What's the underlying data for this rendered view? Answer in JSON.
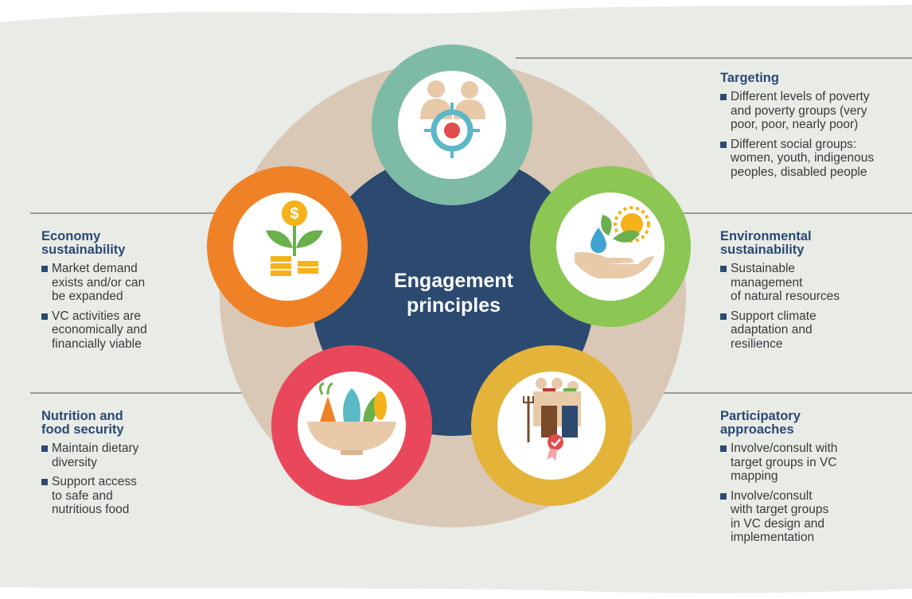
{
  "center": {
    "line1": "Engagement",
    "line2": "principles"
  },
  "principles": [
    {
      "id": "targeting",
      "heading": [
        "Targeting"
      ],
      "bullets": [
        [
          "Different levels of poverty",
          "and poverty groups (very",
          "poor, poor, nearly poor)"
        ],
        [
          "Different social groups:",
          "women, youth, indigenous",
          "peoples, disabled people"
        ]
      ],
      "color": "#7dbba6",
      "icon": "target-people-icon"
    },
    {
      "id": "environmental",
      "heading": [
        "Environmental",
        "sustainability"
      ],
      "bullets": [
        [
          "Sustainable",
          "management",
          "of natural resources"
        ],
        [
          "Support climate",
          "adaptation and",
          "resilience"
        ]
      ],
      "color": "#8cc653",
      "icon": "sun-plant-hand-icon"
    },
    {
      "id": "participatory",
      "heading": [
        "Participatory",
        "approaches"
      ],
      "bullets": [
        [
          "Involve/consult with",
          "target groups in VC",
          "mapping"
        ],
        [
          "Involve/consult",
          "with target groups",
          "in VC design and",
          "implementation"
        ]
      ],
      "color": "#e3b33a",
      "icon": "farmers-group-icon"
    },
    {
      "id": "nutrition",
      "heading": [
        "Nutrition and",
        "food security"
      ],
      "bullets": [
        [
          "Maintain dietary",
          "diversity"
        ],
        [
          "Support access",
          "to safe and",
          "nutritious food"
        ]
      ],
      "color": "#e8485a",
      "icon": "vegetable-bowl-icon"
    },
    {
      "id": "economy",
      "heading": [
        "Economy",
        "sustainability"
      ],
      "bullets": [
        [
          "Market demand",
          "exists and/or can",
          "be expanded"
        ],
        [
          "VC activities are",
          "economically and",
          "financially viable"
        ]
      ],
      "color": "#ef8227",
      "icon": "money-plant-icon"
    }
  ],
  "colors": {
    "background": "#e9ebe7",
    "outer_ring": "#d9c8b5",
    "hub": "#2c4a70",
    "heading_text": "#2a4a73",
    "body_text": "#3a3a3a"
  }
}
